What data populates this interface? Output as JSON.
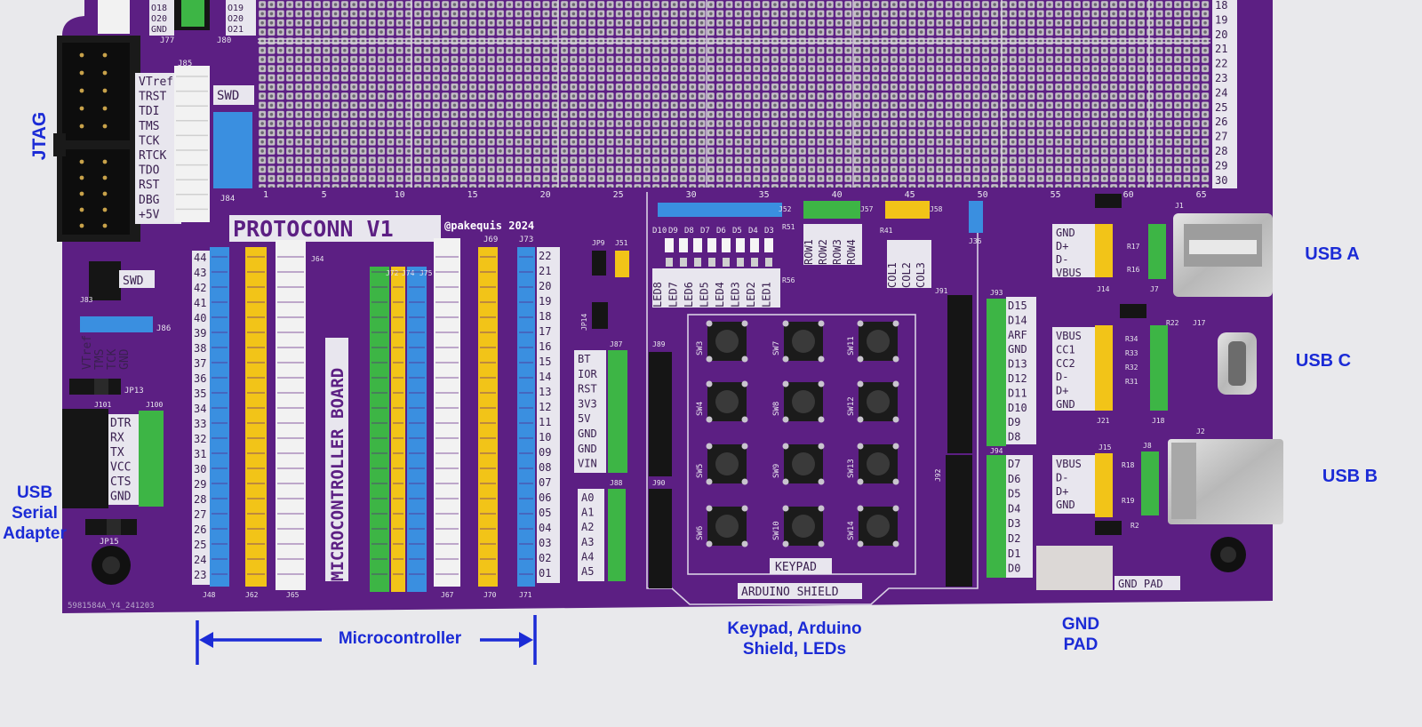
{
  "board": {
    "title": "PROTOCONN V1",
    "author": "@pakequis 2024",
    "serial": "5981584A_Y4_241203",
    "vertical_label": "MICROCONTROLLER BOARD",
    "colors": {
      "pcb": "#5c1f83",
      "pcb_dark": "#4a166c",
      "silk": "#e8e6ee",
      "blue": "#3a8fe0",
      "yellow": "#f2c418",
      "green": "#3db545",
      "white": "#f2f2f2",
      "black": "#151515",
      "bg": "#e9e9ec"
    }
  },
  "callouts": {
    "jtag": "JTAG",
    "usb_a": "USB A",
    "usb_c": "USB C",
    "usb_b": "USB B",
    "usb_serial": [
      "USB",
      "Serial",
      "Adapter"
    ],
    "microcontroller": "Microcontroller",
    "keypad": [
      "Keypad, Arduino",
      "Shield, LEDs"
    ],
    "gnd_pad": [
      "GND",
      "PAD"
    ]
  },
  "labels": {
    "jtag_pins": [
      "VTref",
      "TRST",
      "TDI",
      "TMS",
      "TCK",
      "RTCK",
      "TDO",
      "RST",
      "DBG",
      "+5V"
    ],
    "swd_small": [
      "VTref",
      "TMS",
      "TCK",
      "GND"
    ],
    "serial_pins": [
      "DTR",
      "RX",
      "TX",
      "VCC",
      "CTS",
      "GND"
    ],
    "mcu_left": [
      "44",
      "43",
      "42",
      "41",
      "40",
      "39",
      "38",
      "37",
      "36",
      "35",
      "34",
      "33",
      "32",
      "31",
      "30",
      "29",
      "28",
      "27",
      "26",
      "25",
      "24",
      "23"
    ],
    "mcu_right": [
      "22",
      "21",
      "20",
      "19",
      "18",
      "17",
      "16",
      "15",
      "14",
      "13",
      "12",
      "11",
      "10",
      "09",
      "08",
      "07",
      "06",
      "05",
      "04",
      "03",
      "02",
      "01"
    ],
    "power_pins": [
      "BT",
      "IOR",
      "RST",
      "3V3",
      "5V",
      "GND",
      "GND",
      "VIN"
    ],
    "analog_pins": [
      "A0",
      "A1",
      "A2",
      "A3",
      "A4",
      "A5"
    ],
    "leds": [
      "LED8",
      "LED7",
      "LED6",
      "LED5",
      "LED4",
      "LED3",
      "LED2",
      "LED1"
    ],
    "led_top": [
      "D10",
      "D9",
      "D8",
      "D7",
      "D6",
      "D5",
      "D4",
      "D3"
    ],
    "rows": [
      "ROW1",
      "ROW2",
      "ROW3",
      "ROW4"
    ],
    "cols": [
      "COL1",
      "COL2",
      "COL3"
    ],
    "digital_high": [
      "D15",
      "D14",
      "ARF",
      "GND",
      "D13",
      "D12",
      "D11",
      "D10",
      "D9",
      "D8"
    ],
    "digital_low": [
      "D7",
      "D6",
      "D5",
      "D4",
      "D3",
      "D2",
      "D1",
      "D0"
    ],
    "usb_a_pins": [
      "GND",
      "D+",
      "D-",
      "VBUS"
    ],
    "usb_c_pins": [
      "VBUS",
      "CC1",
      "CC2",
      "D-",
      "D+",
      "GND"
    ],
    "usb_b_pins": [
      "VBUS",
      "D-",
      "D+",
      "GND"
    ],
    "grid_cols": [
      "1",
      "5",
      "10",
      "15",
      "20",
      "25",
      "30",
      "35",
      "40",
      "45",
      "50",
      "55",
      "60",
      "65"
    ],
    "grid_rows": [
      "18",
      "19",
      "20",
      "21",
      "22",
      "23",
      "24",
      "25",
      "26",
      "27",
      "28",
      "29",
      "30"
    ],
    "top_left_pins": [
      "O18",
      "O20",
      "GND"
    ],
    "top_left_pins2": [
      "O19",
      "O20",
      "O21"
    ],
    "switches": [
      "SW3",
      "SW7",
      "SW11",
      "SW4",
      "SW8",
      "SW12",
      "SW5",
      "SW9",
      "SW13",
      "SW6",
      "SW10",
      "SW14"
    ],
    "keypad": "KEYPAD",
    "arduino": "ARDUINO SHIELD",
    "gnd_pad": "GND PAD",
    "swd": "SWD",
    "designators": {
      "j77": "J77",
      "j80": "J80",
      "j84": "J84",
      "j85": "J85",
      "j86": "J86",
      "j83": "J83",
      "jp13": "JP13",
      "jp15": "JP15",
      "j101": "J101",
      "j100": "J100",
      "j48": "J48",
      "j62": "J62",
      "j65": "J65",
      "j64": "J64",
      "j72": "J72",
      "j74": "J74",
      "j75": "J75",
      "j67": "J67",
      "j69": "J69",
      "j70": "J70",
      "j73": "J73",
      "j71": "J71",
      "jp9": "JP9",
      "j51": "J51",
      "jp14": "JP14",
      "j87": "J87",
      "j88": "J88",
      "j89": "J89",
      "j90": "J90",
      "j91": "J91",
      "j92": "J92",
      "j93": "J93",
      "j94": "J94",
      "j52": "J52",
      "j57": "J57",
      "j58": "J58",
      "j36": "J36",
      "j14": "J14",
      "j7": "J7",
      "j1": "J1",
      "j21": "J21",
      "j18": "J18",
      "j17": "J17",
      "j15": "J15",
      "j8": "J8",
      "j2": "J2",
      "r17": "R17",
      "r16": "R16",
      "r22": "R22",
      "r34": "R34",
      "r33": "R33",
      "r32": "R32",
      "r31": "R31",
      "r18": "R18",
      "r19": "R19",
      "r2": "R2",
      "r41": "R41",
      "r51": "R51",
      "r56": "R56"
    }
  }
}
